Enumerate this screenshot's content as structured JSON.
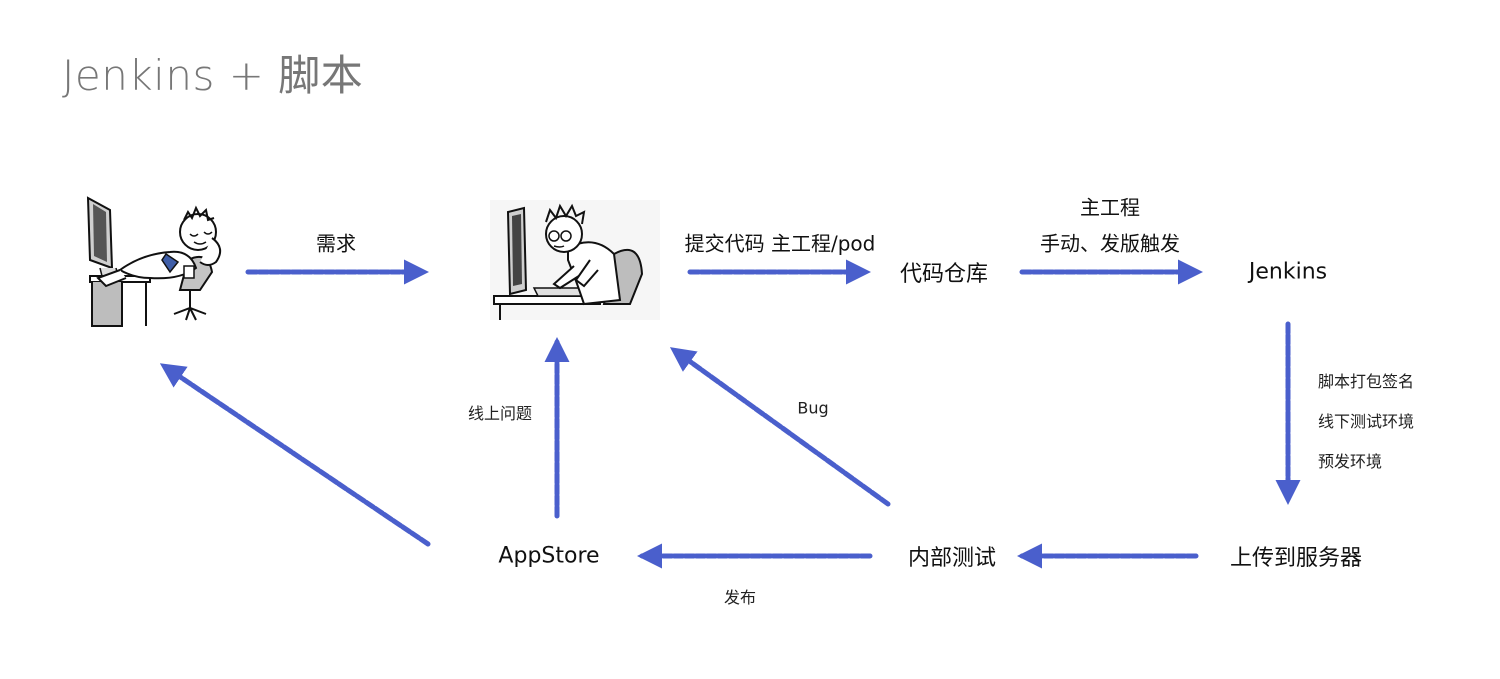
{
  "title": "Jenkins + 脚本",
  "nodes": {
    "repo": "代码仓库",
    "jenkins": "Jenkins",
    "upload": "上传到服务器",
    "internal_test": "内部测试",
    "appstore": "AppStore"
  },
  "edge_labels": {
    "requirement": "需求",
    "commit": "提交代码 主工程/pod",
    "trigger_line1": "主工程",
    "trigger_line2": "手动、发版触发",
    "release": "发布",
    "online_issue": "线上问题",
    "bug": "Bug"
  },
  "jenkins_steps": [
    "脚本打包签名",
    "线下测试环境",
    "预发环境"
  ],
  "colors": {
    "arrow": "#4a5fcc",
    "title": "#777777"
  },
  "icons": {
    "boss": "relaxed-person-at-computer-icon",
    "developer": "developer-typing-at-computer-icon"
  }
}
